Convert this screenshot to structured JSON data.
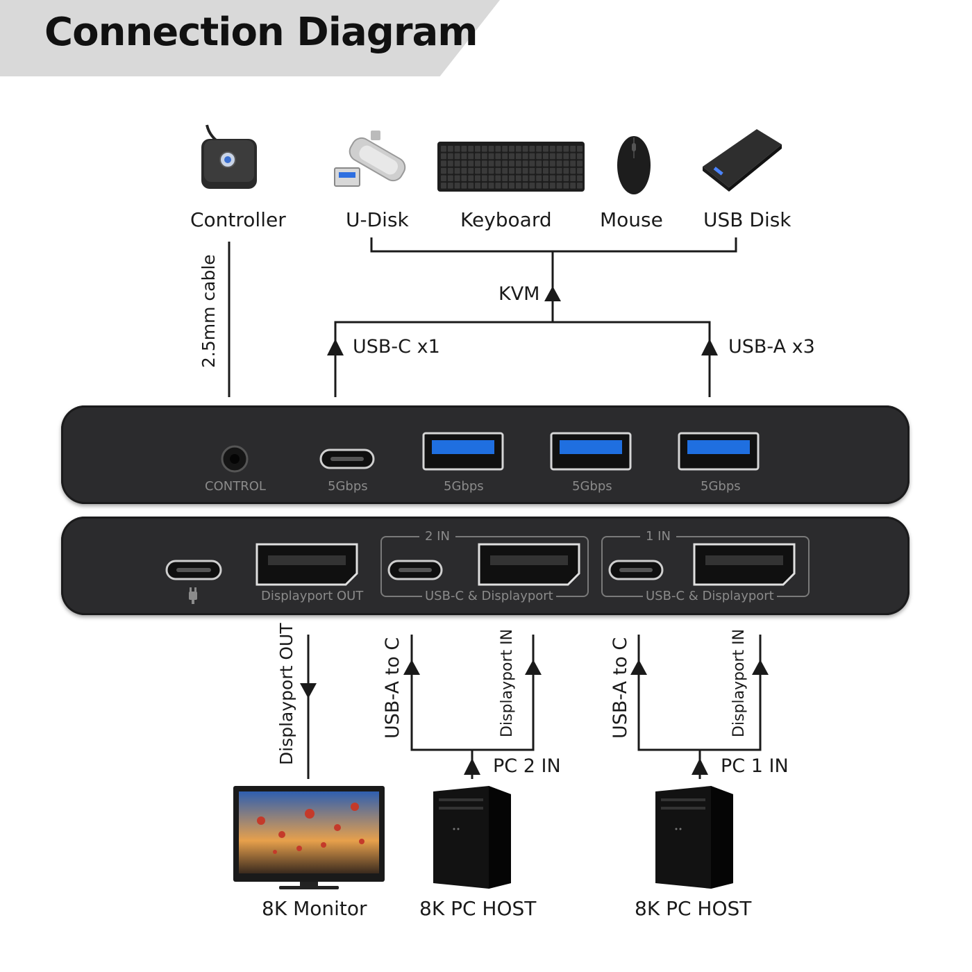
{
  "header": {
    "title": "Connection Diagram"
  },
  "peripherals": {
    "controller": "Controller",
    "u_disk": "U-Disk",
    "keyboard": "Keyboard",
    "mouse": "Mouse",
    "usb_disk": "USB Disk"
  },
  "links": {
    "kvm": "KVM",
    "cable": "2.5mm cable",
    "usb_c": "USB-C x1",
    "usb_a": "USB-A x3",
    "dp_out": "Displayport OUT",
    "usb_a_to_c_2": "USB-A to C",
    "dp_in_2": "Displayport IN",
    "pc2_in": "PC 2 IN",
    "usb_a_to_c_1": "USB-A to C",
    "dp_in_1": "Displayport IN",
    "pc1_in": "PC 1 IN"
  },
  "top_panel": {
    "control": "CONTROL",
    "ports": [
      "5Gbps",
      "5Gbps",
      "5Gbps",
      "5Gbps"
    ]
  },
  "bottom_panel": {
    "dp_out": "Displayport OUT",
    "group2_title": "2 IN",
    "group2_caption": "USB-C & Displayport",
    "group1_title": "1 IN",
    "group1_caption": "USB-C & Displayport"
  },
  "hosts": {
    "monitor": "8K Monitor",
    "pc2": "8K PC HOST",
    "pc1": "8K PC HOST"
  },
  "colors": {
    "banner": "#d9d9d9",
    "device_body": "#2b2b2d",
    "usb3_blue": "#1f6fe0",
    "port_label": "#8b8b8b"
  }
}
